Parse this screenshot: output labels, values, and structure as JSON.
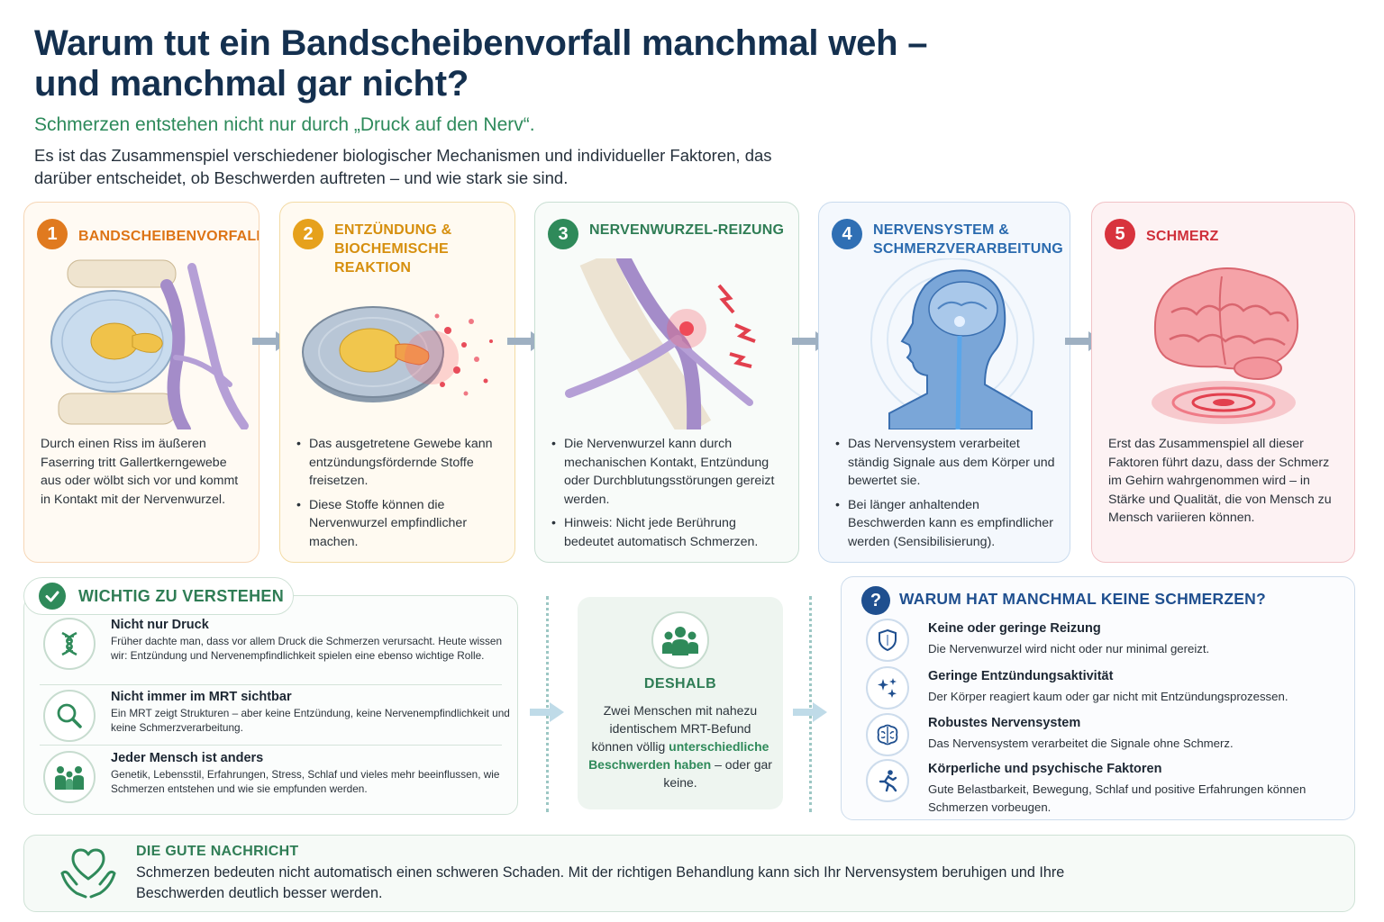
{
  "header": {
    "title": "Warum tut ein Bandscheibenvorfall manchmal weh – und manchmal gar nicht?",
    "subtitle": "Schmerzen entstehen nicht nur durch „Druck auf den Nerv“.",
    "intro": "Es ist das Zusammenspiel verschiedener biologischer Mechanismen und individueller Faktoren, das darüber entscheidet, ob Beschwerden auftreten – und wie stark sie sind."
  },
  "steps": [
    {
      "number": "1",
      "title": "BANDSCHEIBENVORFALL",
      "color": "#e07a1f",
      "text": "Durch einen Riss im äußeren Faserring tritt Gallertkerngewebe aus oder wölbt sich vor und kommt in Kontakt mit der Nervenwurzel."
    },
    {
      "number": "2",
      "title": "ENTZÜNDUNG & BIOCHEMISCHE REAKTION",
      "color": "#e6a11c",
      "bullets": [
        "Das ausgetretene Gewebe kann entzündungsfördernde Stoffe freisetzen.",
        "Diese Stoffe können die Nervenwurzel empfindlicher machen."
      ]
    },
    {
      "number": "3",
      "title": "NERVENWURZEL-REIZUNG",
      "color": "#2f8a5a",
      "bullets": [
        "Die Nervenwurzel kann durch mechanischen Kontakt, Entzündung oder Durchblutungsstörungen gereizt werden.",
        "Hinweis: Nicht jede Berührung bedeutet automatisch Schmerzen."
      ]
    },
    {
      "number": "4",
      "title": "NERVENSYSTEM & SCHMERZVERARBEITUNG",
      "color": "#2f6fb4",
      "bullets": [
        "Das Nervensystem verarbeitet ständig Signale aus dem Körper und bewertet sie.",
        "Bei länger anhaltenden Beschwerden kann es empfindlicher werden (Sensibilisierung)."
      ]
    },
    {
      "number": "5",
      "title": "SCHMERZ",
      "color": "#d8333d",
      "text": "Erst das Zusammenspiel all dieser Faktoren führt dazu, dass der Schmerz im Gehirn wahrgenommen wird – in Stärke und Qualität, die von Mensch zu Mensch variieren können."
    }
  ],
  "important": {
    "title": "WICHTIG ZU VERSTEHEN",
    "items": [
      {
        "icon": "dna-icon",
        "title": "Nicht nur Druck",
        "text": "Früher dachte man, dass vor allem Druck die Schmerzen verursacht. Heute wissen wir: Entzündung und Nervenempfindlichkeit spielen eine ebenso wichtige Rolle."
      },
      {
        "icon": "magnifier-icon",
        "title": "Nicht immer im MRT sichtbar",
        "text": "Ein MRT zeigt Strukturen – aber keine Entzündung, keine Nervenempfindlichkeit und keine Schmerzverarbeitung."
      },
      {
        "icon": "family-icon",
        "title": "Jeder Mensch ist anders",
        "text": "Genetik, Lebensstil, Erfahrungen, Stress, Schlaf und vieles mehr beeinflussen, wie Schmerzen entstehen und wie sie empfunden werden."
      }
    ]
  },
  "deshalb": {
    "icon": "people-group-icon",
    "title": "DESHALB",
    "text_before": "Zwei Menschen mit nahezu identischem MRT-Befund können völlig ",
    "highlight": "unterschiedliche Beschwerden haben",
    "text_after": " – oder gar keine."
  },
  "no_pain": {
    "title": "WARUM HAT MANCHMAL KEINE SCHMERZEN?",
    "items": [
      {
        "icon": "shield-icon",
        "title": "Keine oder geringe Reizung",
        "text": "Die Nervenwurzel wird nicht oder nur minimal gereizt."
      },
      {
        "icon": "sparkles-icon",
        "title": "Geringe Entzündungsaktivität",
        "text": "Der Körper reagiert kaum oder gar nicht mit Entzündungsprozessen."
      },
      {
        "icon": "brain-icon",
        "title": "Robustes Nervensystem",
        "text": "Das Nervensystem verarbeitet die Signale ohne Schmerz."
      },
      {
        "icon": "runner-icon",
        "title": "Körperliche und psychische Faktoren",
        "text": "Gute Belastbarkeit, Bewegung, Schlaf und positive Erfahrungen können Schmerzen vorbeugen."
      }
    ]
  },
  "good_news": {
    "icon": "heart-hands-icon",
    "title": "DIE GUTE NACHRICHT",
    "text": "Schmerzen bedeuten nicht automatisch einen schweren Schaden. Mit der richtigen Behandlung kann sich Ihr Nervensystem beruhigen und Ihre Beschwerden deutlich besser werden."
  }
}
